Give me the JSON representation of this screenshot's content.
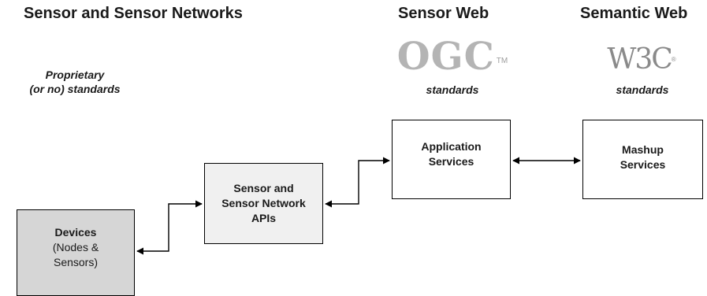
{
  "columns": {
    "sensor_networks": {
      "title": "Sensor and Sensor Networks",
      "note_line1": "Proprietary",
      "note_line2": "(or no) standards"
    },
    "sensor_web": {
      "title": "Sensor Web",
      "logo": "OGC",
      "logo_mark": "TM",
      "note": "standards"
    },
    "semantic_web": {
      "title": "Semantic Web",
      "logo": "W3C",
      "logo_mark": "®",
      "note": "standards"
    }
  },
  "boxes": {
    "devices": {
      "title": "Devices",
      "subtitle_line1": "(Nodes &",
      "subtitle_line2": "Sensors)",
      "fill": "#d6d6d6"
    },
    "api": {
      "line1": "Sensor and",
      "line2": "Sensor Network",
      "line3": "APIs",
      "fill": "#f0f0f0"
    },
    "application": {
      "line1": "Application",
      "line2": "Services",
      "fill": "#ffffff"
    },
    "mashup": {
      "line1": "Mashup",
      "line2": "Services",
      "fill": "#ffffff"
    }
  },
  "connectors": [
    {
      "from": "devices",
      "to": "api",
      "bidirectional": true
    },
    {
      "from": "api",
      "to": "application",
      "bidirectional": true
    },
    {
      "from": "application",
      "to": "mashup",
      "bidirectional": true
    }
  ]
}
